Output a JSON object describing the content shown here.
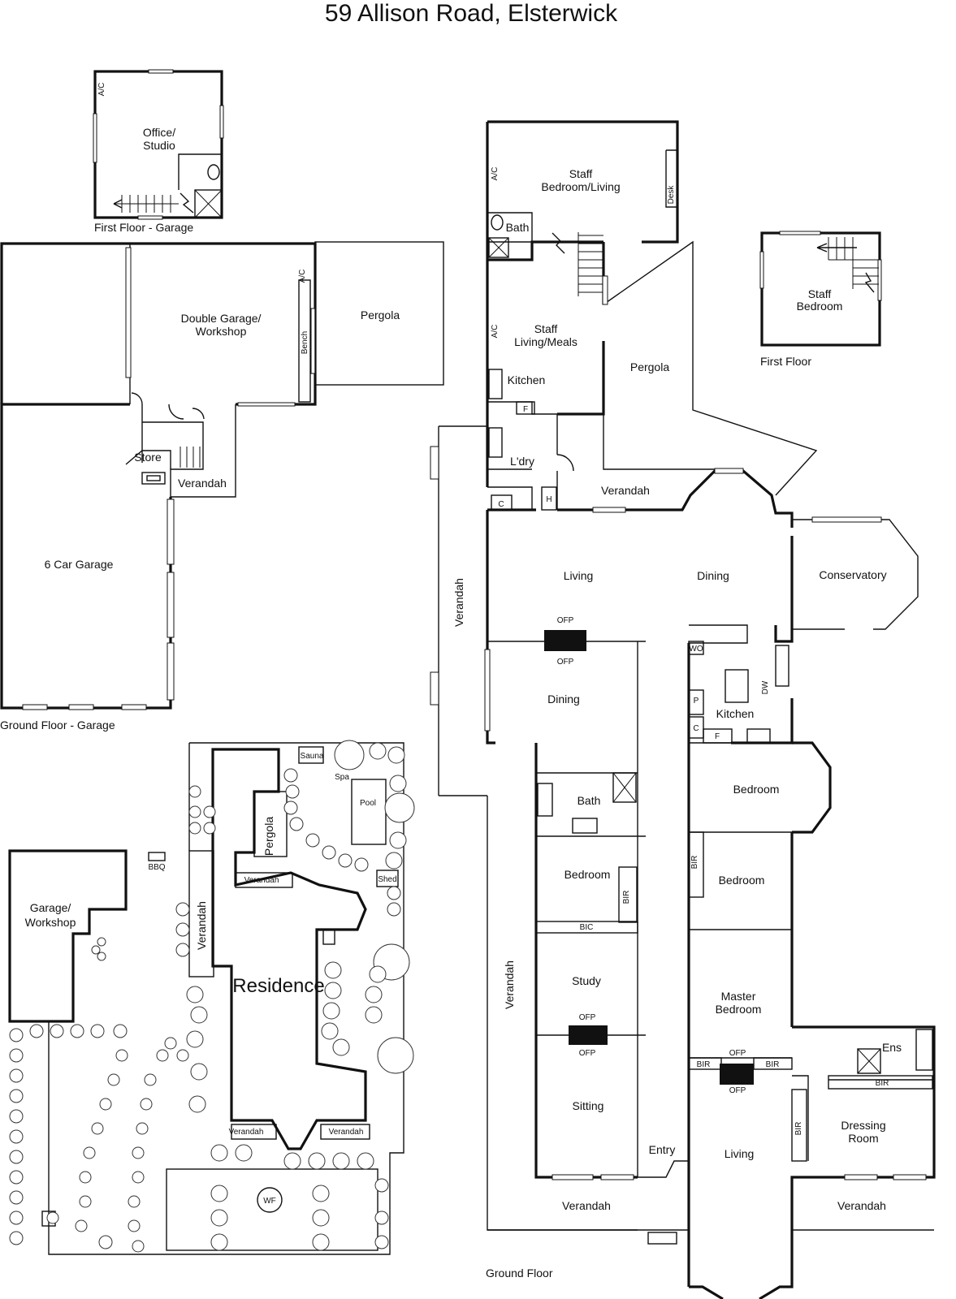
{
  "title": "59 Allison Road, Elsterwick",
  "captions": {
    "first_floor_garage": "First Floor - Garage",
    "ground_floor_garage": "Ground Floor - Garage",
    "first_floor": "First Floor",
    "ground_floor": "Ground Floor"
  },
  "garage_first_floor": {
    "office": [
      "Office/",
      "Studio"
    ],
    "ac": "A/C"
  },
  "garage_ground_floor": {
    "double_garage": [
      "Double Garage/",
      "Workshop"
    ],
    "pergola": "Pergola",
    "bench": "Bench",
    "ac": "A/C",
    "store": "Store",
    "verandah": "Verandah",
    "six_car": "6 Car Garage"
  },
  "first_floor": {
    "staff_bedroom": [
      "Staff",
      "Bedroom"
    ]
  },
  "site_plan": {
    "residence": "Residence",
    "garage": [
      "Garage/",
      "Workshop"
    ],
    "bbq": "BBQ",
    "verandah_side": "Verandah",
    "pergola": "Pergola",
    "verandah_pergola": "Verandah",
    "sauna": "Sauna",
    "spa": "Spa",
    "pool": "Pool",
    "shed": "Shed",
    "verandah_left": "Verandah",
    "verandah_right": "Verandah",
    "wf": "WF"
  },
  "ground_floor": {
    "staff_bedroom_living": [
      "Staff",
      "Bedroom/Living"
    ],
    "ac1": "A/C",
    "ac2": "A/C",
    "desk": "Desk",
    "staff_bath": "Bath",
    "staff_living_meals": [
      "Staff",
      "Living/Meals"
    ],
    "staff_kitchen": "Kitchen",
    "pergola": "Pergola",
    "f1": "F",
    "laundry": "L'dry",
    "c1": "C",
    "h": "H",
    "verandah_north": "Verandah",
    "verandah_west": "Verandah",
    "living": "Living",
    "dining": "Dining",
    "conservatory": "Conservatory",
    "ofp_a1": "OFP",
    "ofp_a2": "OFP",
    "dining2": "Dining",
    "wo": "WO",
    "dw": "DW",
    "p": "P",
    "c2": "C",
    "f2": "F",
    "kitchen": "Kitchen",
    "bath": "Bath",
    "bedroom1": "Bedroom",
    "bedroom2": "Bedroom",
    "bir1": "BIR",
    "bedroom3": "Bedroom",
    "bir2": "BIR",
    "bic": "BIC",
    "verandah_mid": "Verandah",
    "study": "Study",
    "ofp_b1": "OFP",
    "ofp_b2": "OFP",
    "sitting": "Sitting",
    "master_bedroom": [
      "Master",
      "Bedroom"
    ],
    "ofp_c1": "OFP",
    "ofp_c2": "OFP",
    "bir3": "BIR",
    "bir4": "BIR",
    "ens": "Ens",
    "bir5": "BIR",
    "bir6": "BIR",
    "dressing": [
      "Dressing",
      "Room"
    ],
    "entry": "Entry",
    "living2": "Living",
    "verandah_s1": "Verandah",
    "verandah_s2": "Verandah"
  }
}
